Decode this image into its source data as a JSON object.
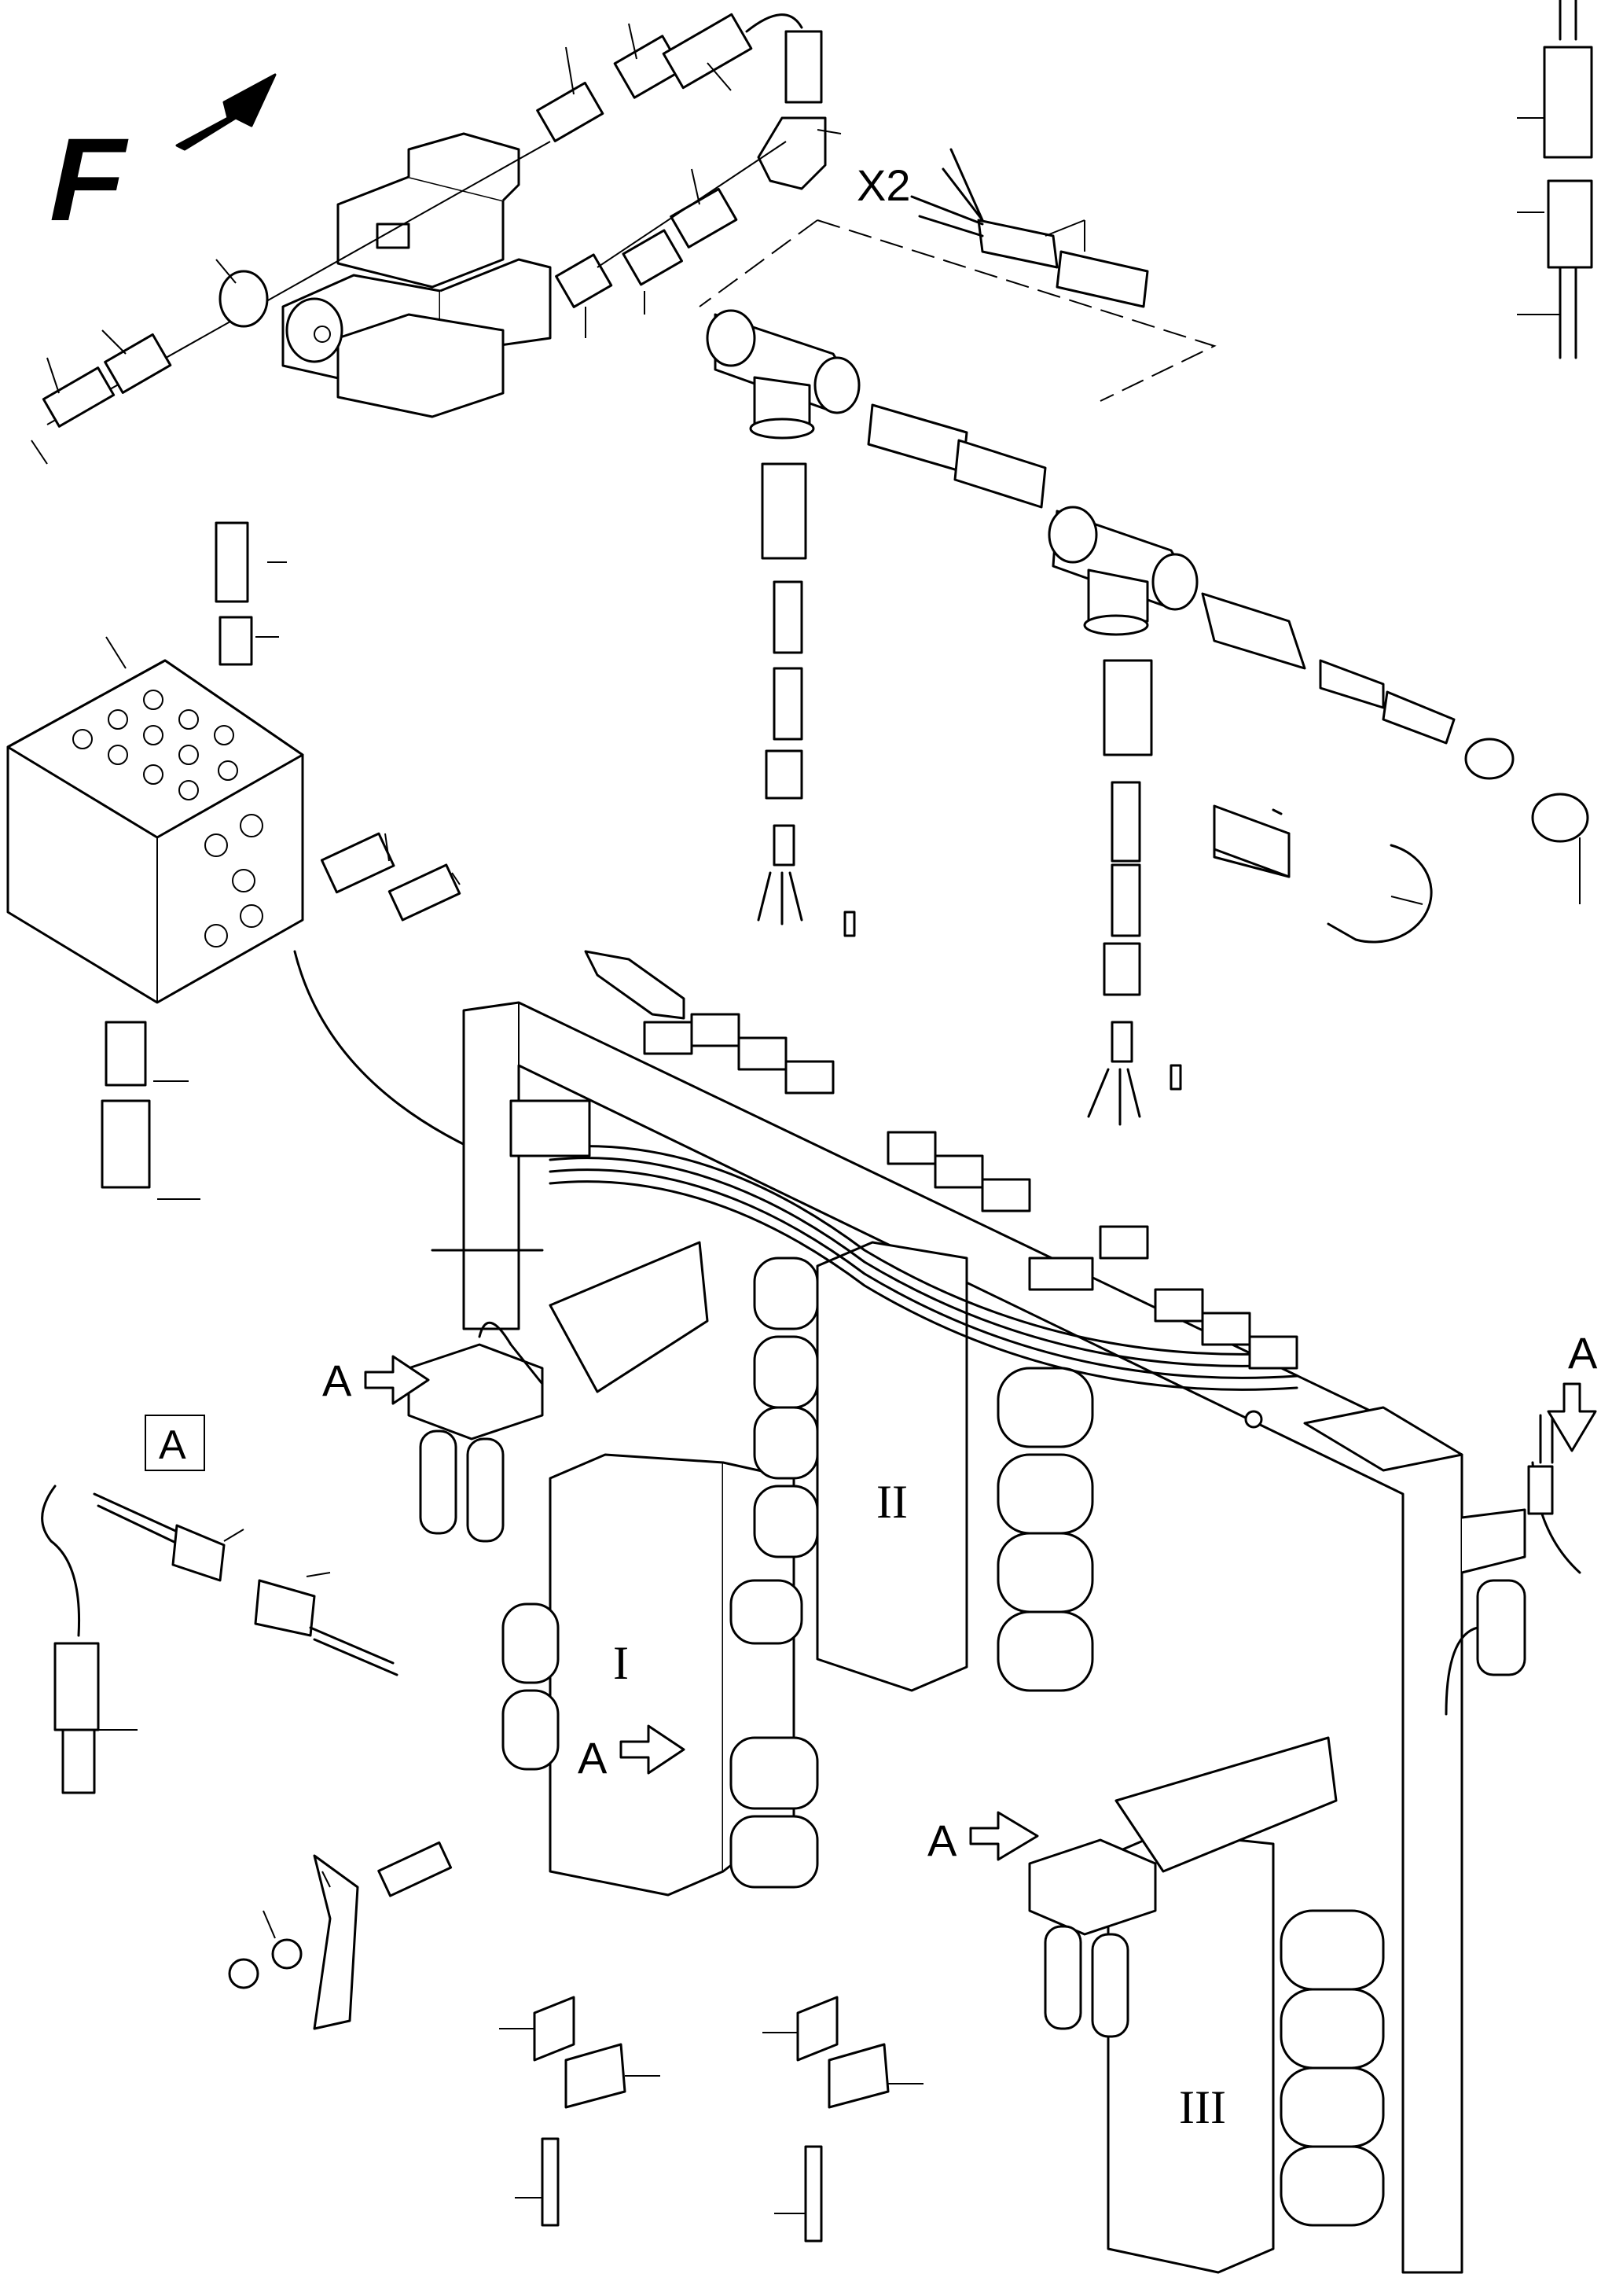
{
  "labels": {
    "direction_letter": "F",
    "connector_multiplier": "X2",
    "detail_box_label": "A",
    "detail_ref_label": "A",
    "valve_block_1": "I",
    "valve_block_2": "II",
    "valve_block_3": "III"
  },
  "colors": {
    "line": "#000000",
    "background": "#ffffff"
  }
}
